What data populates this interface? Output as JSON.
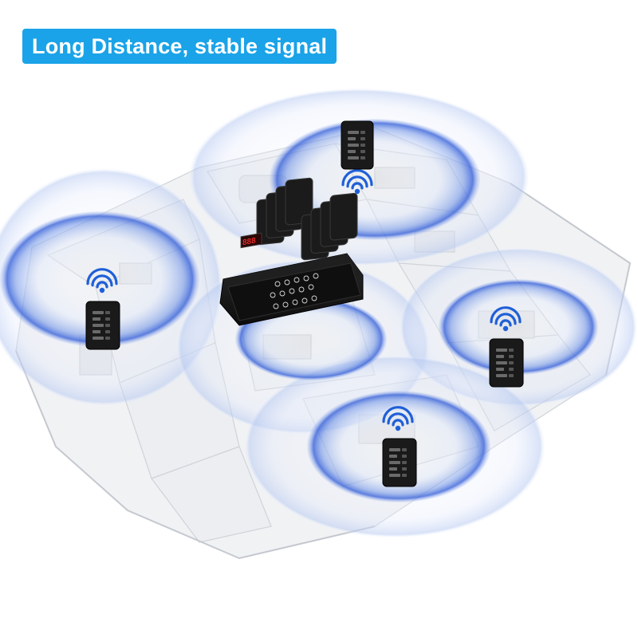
{
  "headline": {
    "text": "Long Distance, stable signal"
  },
  "colors": {
    "headline_bg": "#1aa3e8",
    "headline_text": "#ffffff",
    "signal_ring": "#2a57d6",
    "wifi_icon": "#1f5fd8",
    "pager_body": "#1a1a1a",
    "floorplan": "#e6e8ec",
    "transmitter_display": "#e02828"
  },
  "transmitter": {
    "display_digits": "888"
  },
  "pagers": [
    {
      "name": "pager-top",
      "icon": "wifi-icon"
    },
    {
      "name": "pager-left",
      "icon": "wifi-icon"
    },
    {
      "name": "pager-right",
      "icon": "wifi-icon"
    },
    {
      "name": "pager-bottom",
      "icon": "wifi-icon"
    }
  ]
}
